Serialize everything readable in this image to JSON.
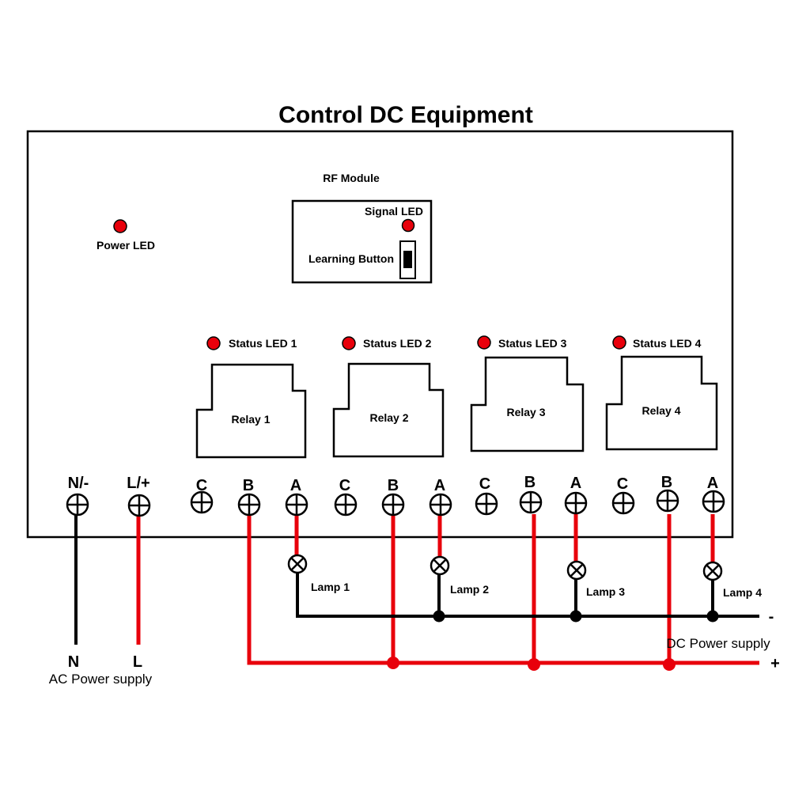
{
  "title": "Control DC Equipment",
  "rf_module": {
    "label": "RF Module",
    "signal_led_label": "Signal LED",
    "learning_button_label": "Learning Button"
  },
  "power_led_label": "Power LED",
  "status_leds": [
    "Status LED 1",
    "Status LED 2",
    "Status LED 3",
    "Status LED 4"
  ],
  "relays": [
    "Relay 1",
    "Relay 2",
    "Relay 3",
    "Relay 4"
  ],
  "terminals": {
    "power": [
      "N/-",
      "L/+"
    ],
    "relay_contacts": [
      "C",
      "B",
      "A"
    ]
  },
  "lamps": [
    "Lamp 1",
    "Lamp 2",
    "Lamp 3",
    "Lamp 4"
  ],
  "ac_supply": {
    "n_label": "N",
    "l_label": "L",
    "label": "AC Power supply"
  },
  "dc_supply": {
    "label": "DC Power supply",
    "minus": "-",
    "plus": "+"
  },
  "colors": {
    "red_wire": "#e8000b",
    "led_red": "#e8000b",
    "black": "#000000"
  }
}
